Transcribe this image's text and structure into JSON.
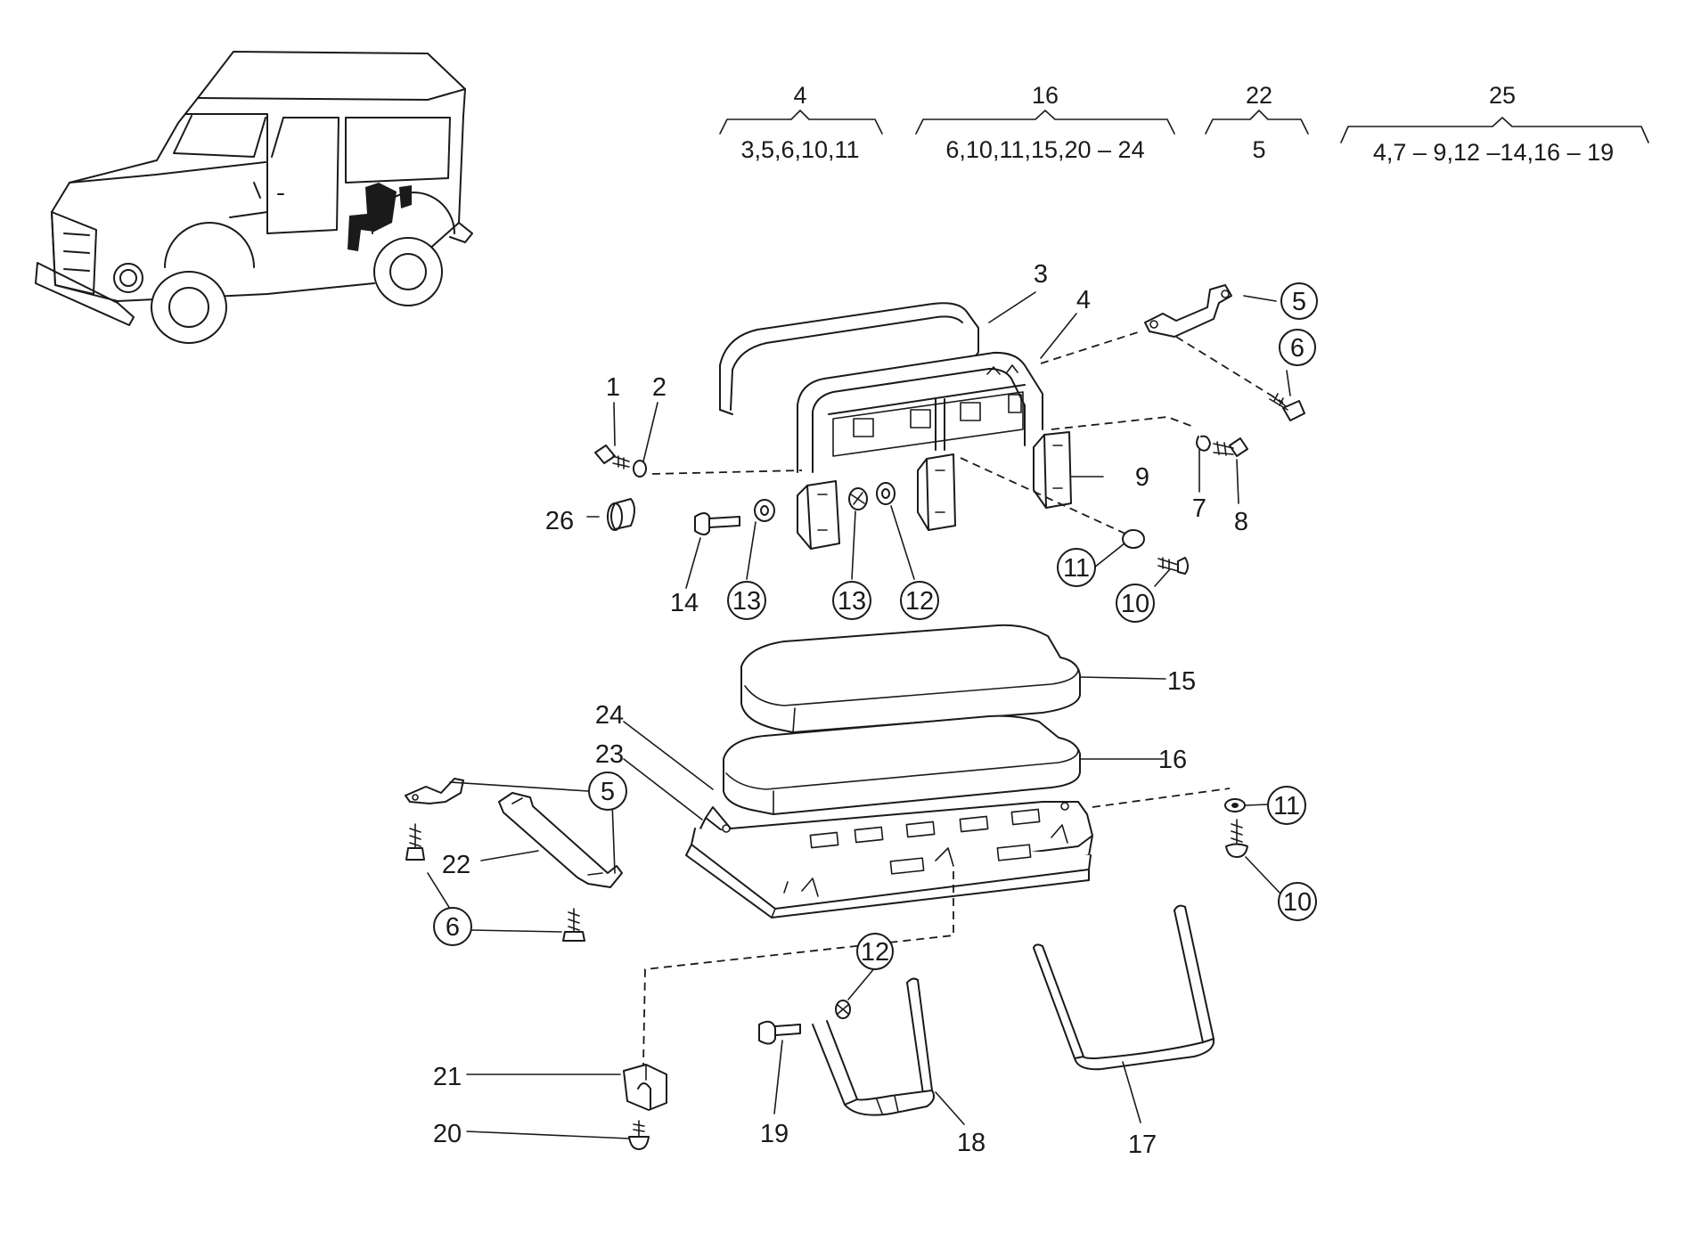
{
  "groups": [
    {
      "head": "4",
      "items": "3,5,6,10,11"
    },
    {
      "head": "16",
      "items": "6,10,11,15,20 – 24"
    },
    {
      "head": "22",
      "items": "5"
    },
    {
      "head": "25",
      "items": "4,7 – 9,12 –14,16 – 19"
    }
  ],
  "labels": {
    "p1": "1",
    "p2": "2",
    "p3": "3",
    "p4": "4",
    "p5a": "5",
    "p5b": "5",
    "p6a": "6",
    "p6b": "6",
    "p7": "7",
    "p8": "8",
    "p9": "9",
    "p10a": "10",
    "p10b": "10",
    "p11a": "11",
    "p11b": "11",
    "p12a": "12",
    "p12b": "12",
    "p13a": "13",
    "p13b": "13",
    "p14": "14",
    "p15": "15",
    "p16": "16",
    "p17": "17",
    "p18": "18",
    "p19": "19",
    "p20": "20",
    "p21": "21",
    "p22": "22",
    "p23": "23",
    "p24": "24",
    "p26": "26"
  }
}
